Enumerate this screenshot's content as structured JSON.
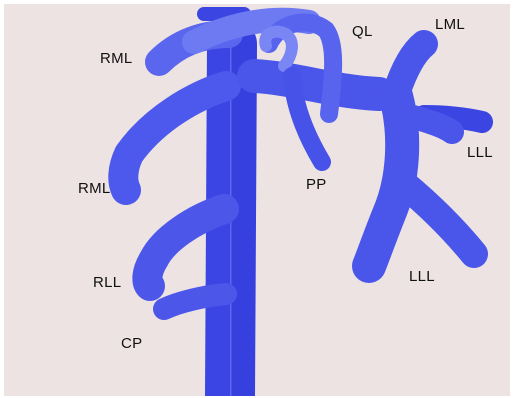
{
  "colors": {
    "background": "#ece3e2",
    "vessel": "#4a55ea",
    "vessel_dark": "#2f39d6",
    "vessel_light": "#8f9af5"
  },
  "labels": {
    "rml_upper": "RML",
    "ql": "QL",
    "lml": "LML",
    "lll_upper": "LLL",
    "rml_lower": "RML",
    "pp": "PP",
    "rll": "RLL",
    "lll_lower": "LLL",
    "cp": "CP"
  }
}
